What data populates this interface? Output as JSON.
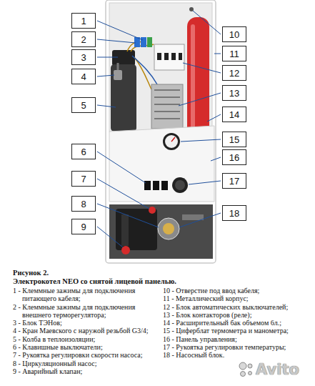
{
  "diagram": {
    "title": "Рисунок 2.",
    "caption": "Электрокотел NEO со снятой лицевой панелью.",
    "nodes": [
      {
        "text": [
          "1"
        ]
      },
      {
        "text": [
          "2"
        ]
      },
      {
        "text": [
          "3"
        ]
      },
      {
        "text": [
          "4"
        ]
      },
      {
        "text": [
          "5"
        ]
      },
      {
        "text": [
          "6"
        ]
      },
      {
        "text": [
          "7"
        ]
      },
      {
        "text": [
          "8"
        ]
      },
      {
        "text": [
          "9"
        ]
      },
      {
        "text": [
          "10"
        ]
      },
      {
        "text": [
          "11"
        ]
      },
      {
        "text": [
          "12"
        ]
      },
      {
        "text": [
          "13"
        ]
      },
      {
        "text": [
          "14"
        ]
      },
      {
        "text": [
          "15"
        ]
      },
      {
        "text": [
          "16"
        ]
      },
      {
        "text": [
          "17"
        ]
      },
      {
        "text": [
          "18"
        ]
      }
    ],
    "labels": [
      "1 - Клеммные зажимы для подключения питающего кабеля;",
      "2 - Клеммные зажимы для подключения внешнего терморегулятора;",
      "3 - Блок ТЭНов;",
      "4 - Кран Маевского с наружой резьбой G3/4;",
      "5 - Колба в теплоизоляции;",
      "6 - Клавишные выключатели;",
      "7 - Рукоятка регулировки скорости насоса;",
      "8 - Циркуляционный насос;",
      "9 - Аварийный клапан;",
      "10 - Отверстие под ввод кабеля;",
      "11 - Металлический корпус;",
      "12 - Блок автоматических выключателей;",
      "13 - Блок контакторов (реле);",
      "14 - Расширительный бак объемом 6л.;",
      "15 - Циферблат термометра и манометра;",
      "16 - Панель управления;",
      "17 - Рукоятка регулировки температуры;",
      "18 - Насосный блок.",
      "Avito"
    ]
  }
}
